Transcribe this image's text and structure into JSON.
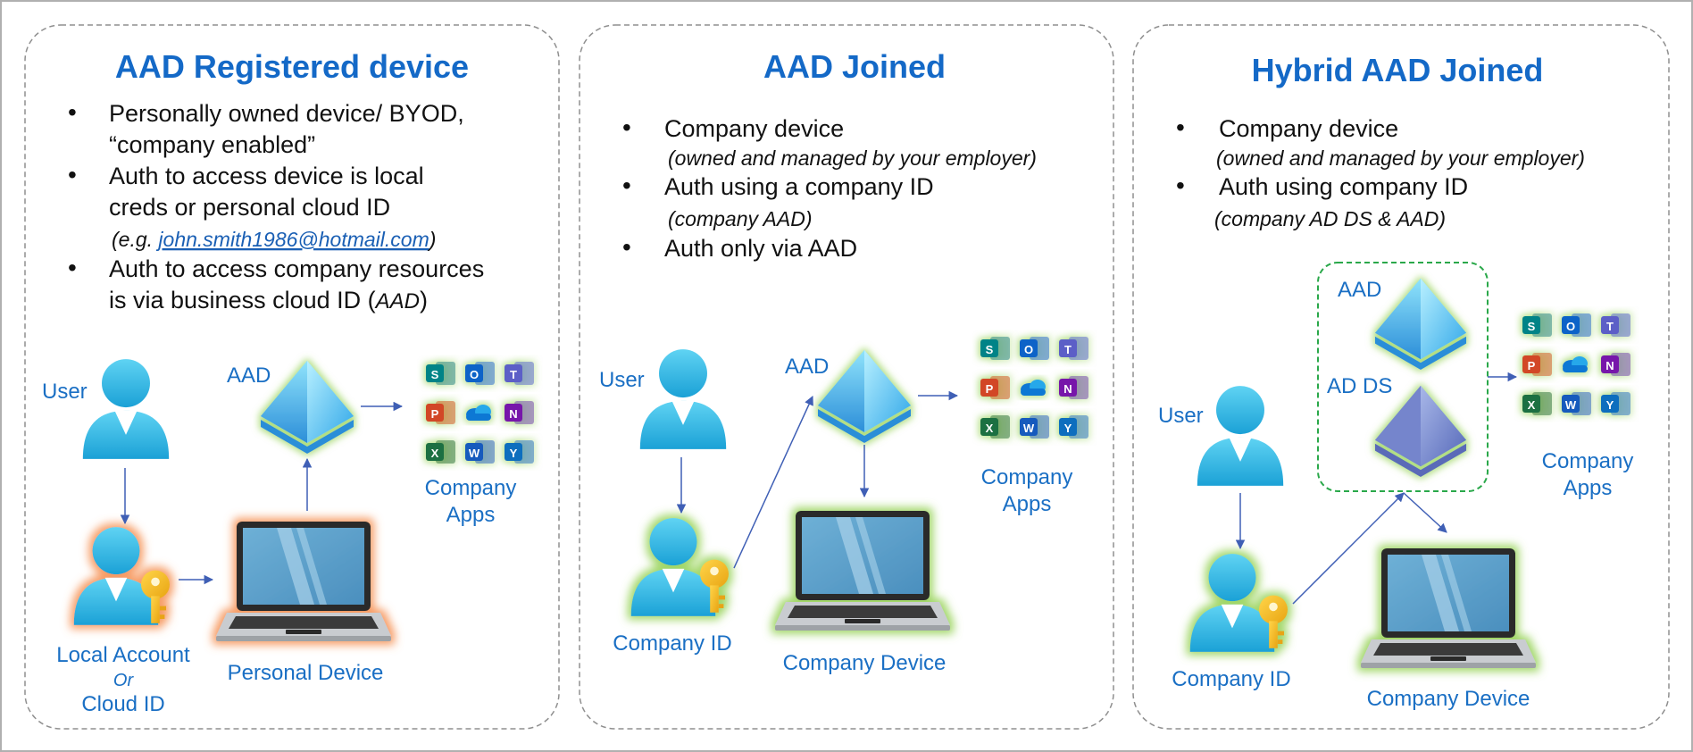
{
  "colors": {
    "title": "#1469c7",
    "label": "#1a6fc4",
    "text": "#111111",
    "border": "#999999",
    "arrow": "#3f5fb5",
    "orange_glow": "#f58b4a",
    "green_glow": "#92d050",
    "green_dash": "#2aa84a"
  },
  "panels": [
    {
      "title": "AAD Registered device",
      "bullets": [
        {
          "lines": [
            "Personally owned device/ BYOD,",
            "“company enabled”"
          ]
        },
        {
          "lines": [
            "Auth to access device is local",
            "creds or personal cloud ID"
          ],
          "note_prefix": "(e.g. ",
          "note_link": "john.smith1986@hotmail.com",
          "note_suffix": ")"
        },
        {
          "lines": [
            "Auth to access company resources",
            "is via business cloud ID ("
          ],
          "inline_italic": "AAD",
          "inline_after": ")"
        }
      ],
      "labels": {
        "user": "User",
        "aad": "AAD",
        "apps": [
          "Company",
          "Apps"
        ],
        "account": [
          "Local Account",
          "Or",
          "Cloud ID"
        ],
        "device": "Personal Device"
      }
    },
    {
      "title": "AAD Joined",
      "bullets": [
        {
          "lines": [
            "Company device"
          ],
          "note": "(owned and managed by your employer)"
        },
        {
          "lines": [
            "Auth using a company ID"
          ],
          "note": "(company AAD)"
        },
        {
          "lines": [
            "Auth only via AAD"
          ]
        }
      ],
      "labels": {
        "user": "User",
        "aad": "AAD",
        "apps": [
          "Company",
          "Apps"
        ],
        "account": "Company ID",
        "device": "Company Device"
      }
    },
    {
      "title": "Hybrid AAD Joined",
      "bullets": [
        {
          "lines": [
            "Company device"
          ],
          "note": "(owned and managed by your employer)"
        },
        {
          "lines": [
            "Auth using company ID"
          ],
          "note": "(company AD DS & AAD)"
        }
      ],
      "labels": {
        "user": "User",
        "aad": "AAD",
        "adds": "AD DS",
        "apps": [
          "Company",
          "Apps"
        ],
        "account": "Company ID",
        "device": "Company Device"
      }
    }
  ],
  "app_icons": [
    {
      "name": "sharepoint-icon",
      "letter": "S",
      "color": "#038387"
    },
    {
      "name": "outlook-icon",
      "letter": "O",
      "color": "#0a64c8"
    },
    {
      "name": "teams-icon",
      "letter": "T",
      "color": "#5b5fc7"
    },
    {
      "name": "powerpoint-icon",
      "letter": "P",
      "color": "#d24726"
    },
    {
      "name": "onedrive-icon",
      "letter": "",
      "color": "#0a78d4"
    },
    {
      "name": "onenote-icon",
      "letter": "N",
      "color": "#7719aa"
    },
    {
      "name": "excel-icon",
      "letter": "X",
      "color": "#1d6f42"
    },
    {
      "name": "word-icon",
      "letter": "W",
      "color": "#185abd"
    },
    {
      "name": "yammer-icon",
      "letter": "Y",
      "color": "#106ebe"
    }
  ]
}
